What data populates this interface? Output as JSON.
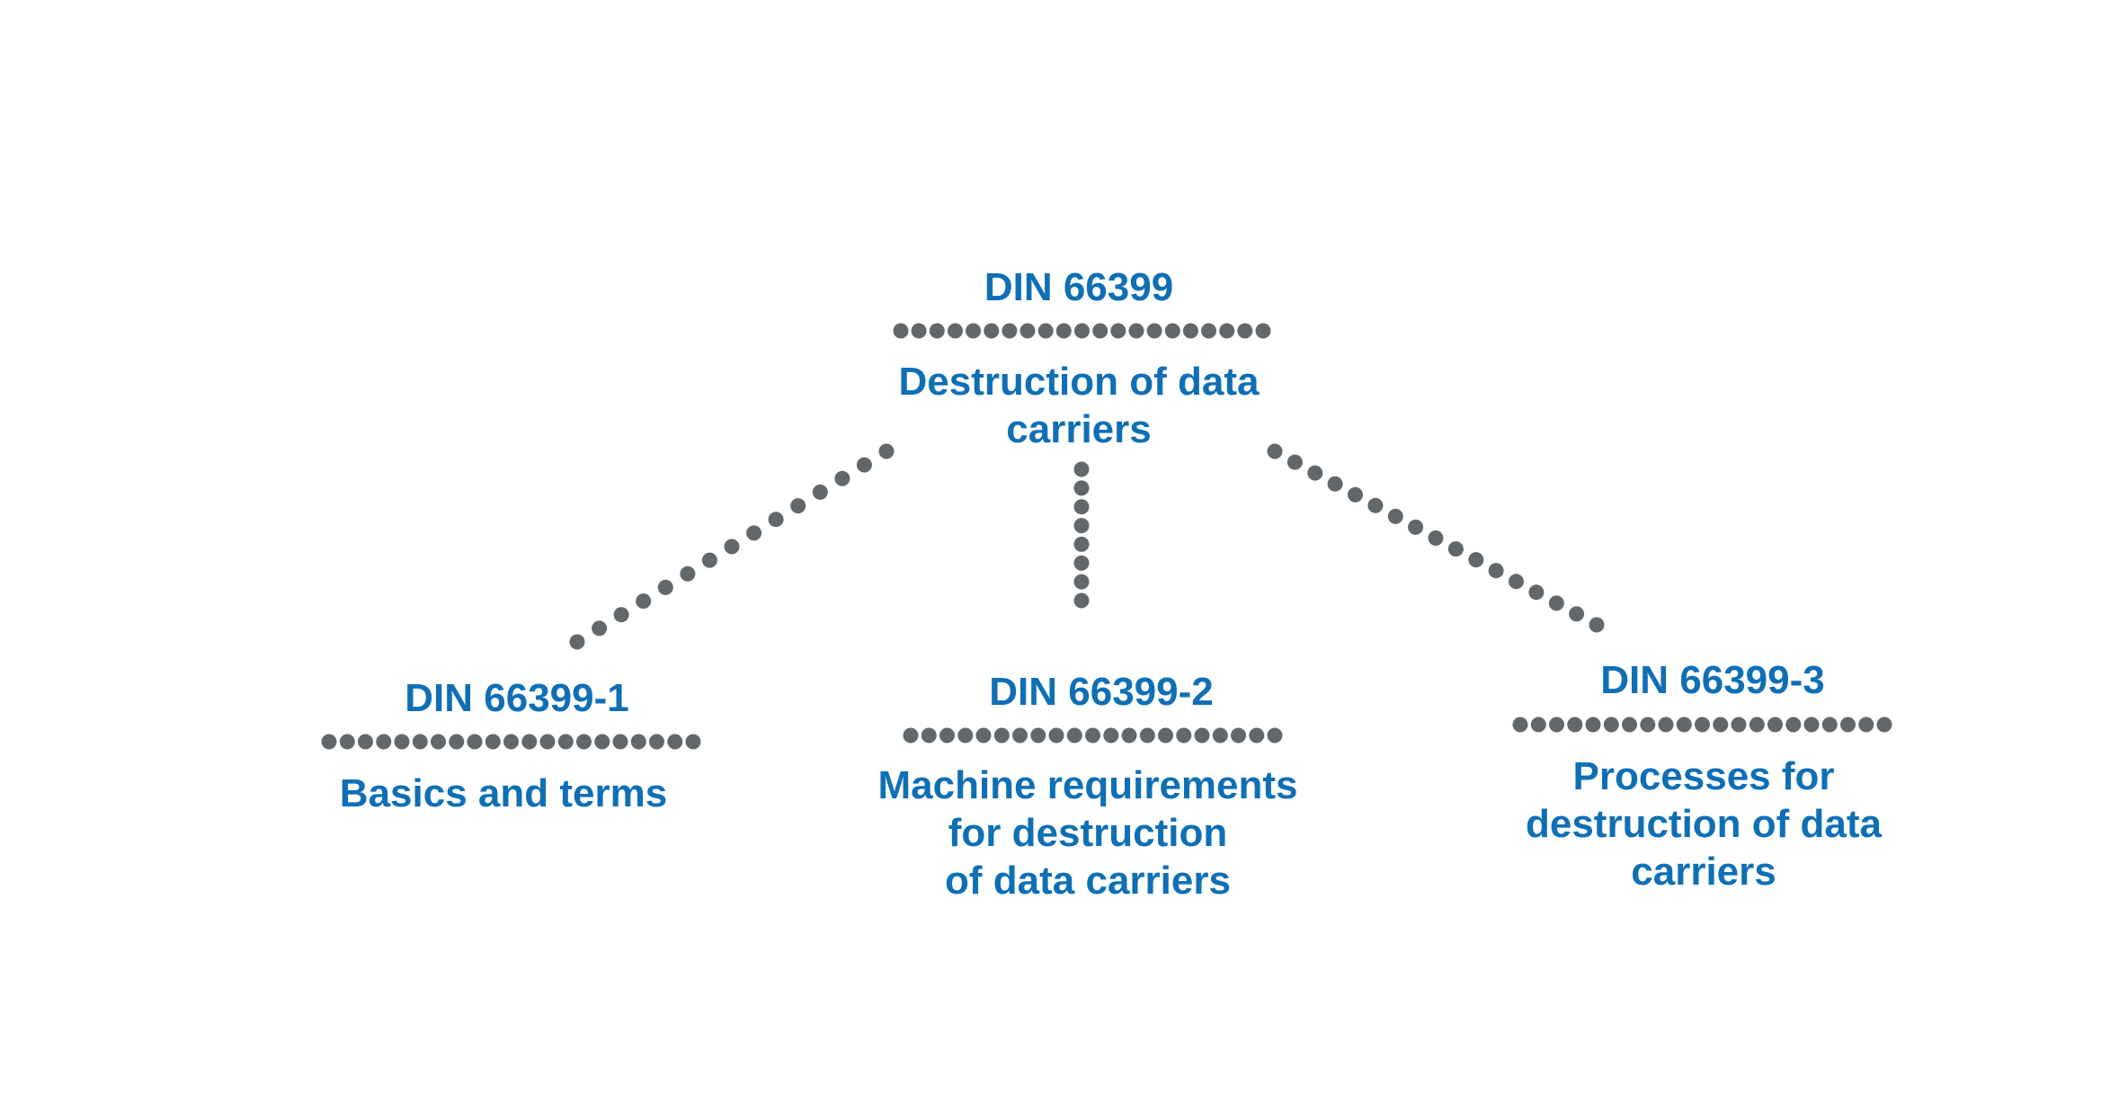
{
  "diagram": {
    "dot_color": "#61676a",
    "text_color": "#0f6fb5",
    "root": {
      "title": "DIN 66399",
      "description": "Destruction  of data\ncarriers"
    },
    "children": [
      {
        "title": "DIN 66399-1",
        "description": "Basics and terms"
      },
      {
        "title": "DIN 66399-2",
        "description": "Machine requirements\nfor destruction\n of data carriers"
      },
      {
        "title": "DIN 66399-3",
        "description": "Processes for\ndestruction of data\ncarriers"
      }
    ]
  }
}
